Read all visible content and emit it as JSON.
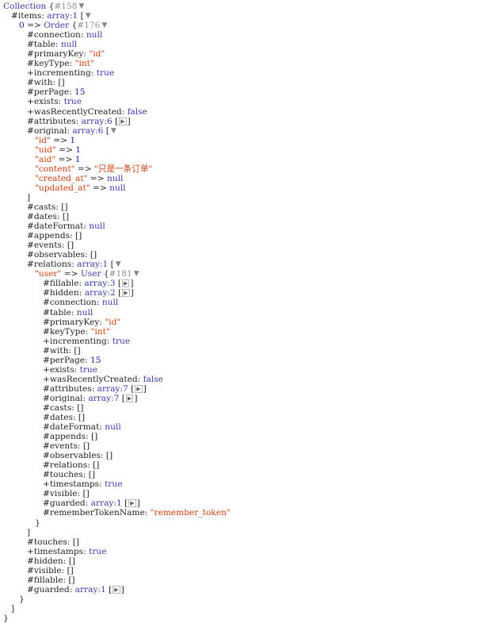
{
  "colors": {
    "class": "#4a36a8",
    "string": "#c7420d",
    "number": "#1b1b9e",
    "constant": "#3a3aa8",
    "hash": "#8e8e8e",
    "key": "#222222"
  },
  "icons": {
    "expanded": "triangle-down-icon",
    "collapsed": "triangle-right-icon"
  },
  "lines": [
    {
      "indent": 0,
      "parts": [
        {
          "t": "Collection",
          "c": "cls"
        },
        {
          "t": " {",
          "c": "p"
        },
        {
          "t": "#158",
          "c": "hash"
        },
        {
          "tog": "down"
        }
      ]
    },
    {
      "indent": 1,
      "parts": [
        {
          "t": "#items",
          "c": "k"
        },
        {
          "t": ": ",
          "c": "p"
        },
        {
          "t": "array:1",
          "c": "c"
        },
        {
          "t": " [",
          "c": "p"
        },
        {
          "tog": "down"
        }
      ]
    },
    {
      "indent": 2,
      "parts": [
        {
          "t": "0",
          "c": "n"
        },
        {
          "t": " => ",
          "c": "p"
        },
        {
          "t": "Order",
          "c": "cls"
        },
        {
          "t": " {",
          "c": "p"
        },
        {
          "t": "#176",
          "c": "hash"
        },
        {
          "tog": "down"
        }
      ]
    },
    {
      "indent": 3,
      "parts": [
        {
          "t": "#connection",
          "c": "k"
        },
        {
          "t": ": ",
          "c": "p"
        },
        {
          "t": "null",
          "c": "c"
        }
      ]
    },
    {
      "indent": 3,
      "parts": [
        {
          "t": "#table",
          "c": "k"
        },
        {
          "t": ": ",
          "c": "p"
        },
        {
          "t": "null",
          "c": "c"
        }
      ]
    },
    {
      "indent": 3,
      "parts": [
        {
          "t": "#primaryKey",
          "c": "k"
        },
        {
          "t": ": ",
          "c": "p"
        },
        {
          "t": "\"id\"",
          "c": "s"
        }
      ]
    },
    {
      "indent": 3,
      "parts": [
        {
          "t": "#keyType",
          "c": "k"
        },
        {
          "t": ": ",
          "c": "p"
        },
        {
          "t": "\"int\"",
          "c": "s"
        }
      ]
    },
    {
      "indent": 3,
      "parts": [
        {
          "t": "+incrementing",
          "c": "k"
        },
        {
          "t": ": ",
          "c": "p"
        },
        {
          "t": "true",
          "c": "c"
        }
      ]
    },
    {
      "indent": 3,
      "parts": [
        {
          "t": "#with",
          "c": "k"
        },
        {
          "t": ": ",
          "c": "p"
        },
        {
          "t": "[]",
          "c": "p"
        }
      ]
    },
    {
      "indent": 3,
      "parts": [
        {
          "t": "#perPage",
          "c": "k"
        },
        {
          "t": ": ",
          "c": "p"
        },
        {
          "t": "15",
          "c": "n"
        }
      ]
    },
    {
      "indent": 3,
      "parts": [
        {
          "t": "+exists",
          "c": "k"
        },
        {
          "t": ": ",
          "c": "p"
        },
        {
          "t": "true",
          "c": "c"
        }
      ]
    },
    {
      "indent": 3,
      "parts": [
        {
          "t": "+wasRecentlyCreated",
          "c": "k"
        },
        {
          "t": ": ",
          "c": "p"
        },
        {
          "t": "false",
          "c": "c"
        }
      ]
    },
    {
      "indent": 3,
      "parts": [
        {
          "t": "#attributes",
          "c": "k"
        },
        {
          "t": ": ",
          "c": "p"
        },
        {
          "t": "array:6",
          "c": "c"
        },
        {
          "t": " [",
          "c": "p"
        },
        {
          "tog": "right"
        },
        {
          "t": "]",
          "c": "p"
        }
      ]
    },
    {
      "indent": 3,
      "parts": [
        {
          "t": "#original",
          "c": "k"
        },
        {
          "t": ": ",
          "c": "p"
        },
        {
          "t": "array:6",
          "c": "c"
        },
        {
          "t": " [",
          "c": "p"
        },
        {
          "tog": "down"
        }
      ]
    },
    {
      "indent": 4,
      "parts": [
        {
          "t": "\"id\"",
          "c": "s"
        },
        {
          "t": " => ",
          "c": "p"
        },
        {
          "t": "1",
          "c": "n"
        }
      ]
    },
    {
      "indent": 4,
      "parts": [
        {
          "t": "\"uid\"",
          "c": "s"
        },
        {
          "t": " => ",
          "c": "p"
        },
        {
          "t": "1",
          "c": "n"
        }
      ]
    },
    {
      "indent": 4,
      "parts": [
        {
          "t": "\"aid\"",
          "c": "s"
        },
        {
          "t": " => ",
          "c": "p"
        },
        {
          "t": "1",
          "c": "n"
        }
      ]
    },
    {
      "indent": 4,
      "parts": [
        {
          "t": "\"content\"",
          "c": "s"
        },
        {
          "t": " => ",
          "c": "p"
        },
        {
          "t": "\"只是一条订单\"",
          "c": "s"
        }
      ]
    },
    {
      "indent": 4,
      "parts": [
        {
          "t": "\"created_at\"",
          "c": "s"
        },
        {
          "t": " => ",
          "c": "p"
        },
        {
          "t": "null",
          "c": "c"
        }
      ]
    },
    {
      "indent": 4,
      "parts": [
        {
          "t": "\"updated_at\"",
          "c": "s"
        },
        {
          "t": " => ",
          "c": "p"
        },
        {
          "t": "null",
          "c": "c"
        }
      ]
    },
    {
      "indent": 3,
      "parts": [
        {
          "t": "]",
          "c": "p"
        }
      ]
    },
    {
      "indent": 3,
      "parts": [
        {
          "t": "#casts",
          "c": "k"
        },
        {
          "t": ": ",
          "c": "p"
        },
        {
          "t": "[]",
          "c": "p"
        }
      ]
    },
    {
      "indent": 3,
      "parts": [
        {
          "t": "#dates",
          "c": "k"
        },
        {
          "t": ": ",
          "c": "p"
        },
        {
          "t": "[]",
          "c": "p"
        }
      ]
    },
    {
      "indent": 3,
      "parts": [
        {
          "t": "#dateFormat",
          "c": "k"
        },
        {
          "t": ": ",
          "c": "p"
        },
        {
          "t": "null",
          "c": "c"
        }
      ]
    },
    {
      "indent": 3,
      "parts": [
        {
          "t": "#appends",
          "c": "k"
        },
        {
          "t": ": ",
          "c": "p"
        },
        {
          "t": "[]",
          "c": "p"
        }
      ]
    },
    {
      "indent": 3,
      "parts": [
        {
          "t": "#events",
          "c": "k"
        },
        {
          "t": ": ",
          "c": "p"
        },
        {
          "t": "[]",
          "c": "p"
        }
      ]
    },
    {
      "indent": 3,
      "parts": [
        {
          "t": "#observables",
          "c": "k"
        },
        {
          "t": ": ",
          "c": "p"
        },
        {
          "t": "[]",
          "c": "p"
        }
      ]
    },
    {
      "indent": 3,
      "parts": [
        {
          "t": "#relations",
          "c": "k"
        },
        {
          "t": ": ",
          "c": "p"
        },
        {
          "t": "array:1",
          "c": "c"
        },
        {
          "t": " [",
          "c": "p"
        },
        {
          "tog": "down"
        }
      ]
    },
    {
      "indent": 4,
      "parts": [
        {
          "t": "\"user\"",
          "c": "s"
        },
        {
          "t": " => ",
          "c": "p"
        },
        {
          "t": "User",
          "c": "cls"
        },
        {
          "t": " {",
          "c": "p"
        },
        {
          "t": "#181",
          "c": "hash"
        },
        {
          "tog": "down"
        }
      ]
    },
    {
      "indent": 5,
      "parts": [
        {
          "t": "#fillable",
          "c": "k"
        },
        {
          "t": ": ",
          "c": "p"
        },
        {
          "t": "array:3",
          "c": "c"
        },
        {
          "t": " [",
          "c": "p"
        },
        {
          "tog": "right"
        },
        {
          "t": "]",
          "c": "p"
        }
      ]
    },
    {
      "indent": 5,
      "parts": [
        {
          "t": "#hidden",
          "c": "k"
        },
        {
          "t": ": ",
          "c": "p"
        },
        {
          "t": "array:2",
          "c": "c"
        },
        {
          "t": " [",
          "c": "p"
        },
        {
          "tog": "right"
        },
        {
          "t": "]",
          "c": "p"
        }
      ]
    },
    {
      "indent": 5,
      "parts": [
        {
          "t": "#connection",
          "c": "k"
        },
        {
          "t": ": ",
          "c": "p"
        },
        {
          "t": "null",
          "c": "c"
        }
      ]
    },
    {
      "indent": 5,
      "parts": [
        {
          "t": "#table",
          "c": "k"
        },
        {
          "t": ": ",
          "c": "p"
        },
        {
          "t": "null",
          "c": "c"
        }
      ]
    },
    {
      "indent": 5,
      "parts": [
        {
          "t": "#primaryKey",
          "c": "k"
        },
        {
          "t": ": ",
          "c": "p"
        },
        {
          "t": "\"id\"",
          "c": "s"
        }
      ]
    },
    {
      "indent": 5,
      "parts": [
        {
          "t": "#keyType",
          "c": "k"
        },
        {
          "t": ": ",
          "c": "p"
        },
        {
          "t": "\"int\"",
          "c": "s"
        }
      ]
    },
    {
      "indent": 5,
      "parts": [
        {
          "t": "+incrementing",
          "c": "k"
        },
        {
          "t": ": ",
          "c": "p"
        },
        {
          "t": "true",
          "c": "c"
        }
      ]
    },
    {
      "indent": 5,
      "parts": [
        {
          "t": "#with",
          "c": "k"
        },
        {
          "t": ": ",
          "c": "p"
        },
        {
          "t": "[]",
          "c": "p"
        }
      ]
    },
    {
      "indent": 5,
      "parts": [
        {
          "t": "#perPage",
          "c": "k"
        },
        {
          "t": ": ",
          "c": "p"
        },
        {
          "t": "15",
          "c": "n"
        }
      ]
    },
    {
      "indent": 5,
      "parts": [
        {
          "t": "+exists",
          "c": "k"
        },
        {
          "t": ": ",
          "c": "p"
        },
        {
          "t": "true",
          "c": "c"
        }
      ]
    },
    {
      "indent": 5,
      "parts": [
        {
          "t": "+wasRecentlyCreated",
          "c": "k"
        },
        {
          "t": ": ",
          "c": "p"
        },
        {
          "t": "false",
          "c": "c"
        }
      ]
    },
    {
      "indent": 5,
      "parts": [
        {
          "t": "#attributes",
          "c": "k"
        },
        {
          "t": ": ",
          "c": "p"
        },
        {
          "t": "array:7",
          "c": "c"
        },
        {
          "t": " [",
          "c": "p"
        },
        {
          "tog": "right"
        },
        {
          "t": "]",
          "c": "p"
        }
      ]
    },
    {
      "indent": 5,
      "parts": [
        {
          "t": "#original",
          "c": "k"
        },
        {
          "t": ": ",
          "c": "p"
        },
        {
          "t": "array:7",
          "c": "c"
        },
        {
          "t": " [",
          "c": "p"
        },
        {
          "tog": "right"
        },
        {
          "t": "]",
          "c": "p"
        }
      ]
    },
    {
      "indent": 5,
      "parts": [
        {
          "t": "#casts",
          "c": "k"
        },
        {
          "t": ": ",
          "c": "p"
        },
        {
          "t": "[]",
          "c": "p"
        }
      ]
    },
    {
      "indent": 5,
      "parts": [
        {
          "t": "#dates",
          "c": "k"
        },
        {
          "t": ": ",
          "c": "p"
        },
        {
          "t": "[]",
          "c": "p"
        }
      ]
    },
    {
      "indent": 5,
      "parts": [
        {
          "t": "#dateFormat",
          "c": "k"
        },
        {
          "t": ": ",
          "c": "p"
        },
        {
          "t": "null",
          "c": "c"
        }
      ]
    },
    {
      "indent": 5,
      "parts": [
        {
          "t": "#appends",
          "c": "k"
        },
        {
          "t": ": ",
          "c": "p"
        },
        {
          "t": "[]",
          "c": "p"
        }
      ]
    },
    {
      "indent": 5,
      "parts": [
        {
          "t": "#events",
          "c": "k"
        },
        {
          "t": ": ",
          "c": "p"
        },
        {
          "t": "[]",
          "c": "p"
        }
      ]
    },
    {
      "indent": 5,
      "parts": [
        {
          "t": "#observables",
          "c": "k"
        },
        {
          "t": ": ",
          "c": "p"
        },
        {
          "t": "[]",
          "c": "p"
        }
      ]
    },
    {
      "indent": 5,
      "parts": [
        {
          "t": "#relations",
          "c": "k"
        },
        {
          "t": ": ",
          "c": "p"
        },
        {
          "t": "[]",
          "c": "p"
        }
      ]
    },
    {
      "indent": 5,
      "parts": [
        {
          "t": "#touches",
          "c": "k"
        },
        {
          "t": ": ",
          "c": "p"
        },
        {
          "t": "[]",
          "c": "p"
        }
      ]
    },
    {
      "indent": 5,
      "parts": [
        {
          "t": "+timestamps",
          "c": "k"
        },
        {
          "t": ": ",
          "c": "p"
        },
        {
          "t": "true",
          "c": "c"
        }
      ]
    },
    {
      "indent": 5,
      "parts": [
        {
          "t": "#visible",
          "c": "k"
        },
        {
          "t": ": ",
          "c": "p"
        },
        {
          "t": "[]",
          "c": "p"
        }
      ]
    },
    {
      "indent": 5,
      "parts": [
        {
          "t": "#guarded",
          "c": "k"
        },
        {
          "t": ": ",
          "c": "p"
        },
        {
          "t": "array:1",
          "c": "c"
        },
        {
          "t": " [",
          "c": "p"
        },
        {
          "tog": "right"
        },
        {
          "t": "]",
          "c": "p"
        }
      ]
    },
    {
      "indent": 5,
      "parts": [
        {
          "t": "#rememberTokenName",
          "c": "k"
        },
        {
          "t": ": ",
          "c": "p"
        },
        {
          "t": "\"remember_token\"",
          "c": "s"
        }
      ]
    },
    {
      "indent": 4,
      "parts": [
        {
          "t": "}",
          "c": "p"
        }
      ]
    },
    {
      "indent": 3,
      "parts": [
        {
          "t": "]",
          "c": "p"
        }
      ]
    },
    {
      "indent": 3,
      "parts": [
        {
          "t": "#touches",
          "c": "k"
        },
        {
          "t": ": ",
          "c": "p"
        },
        {
          "t": "[]",
          "c": "p"
        }
      ]
    },
    {
      "indent": 3,
      "parts": [
        {
          "t": "+timestamps",
          "c": "k"
        },
        {
          "t": ": ",
          "c": "p"
        },
        {
          "t": "true",
          "c": "c"
        }
      ]
    },
    {
      "indent": 3,
      "parts": [
        {
          "t": "#hidden",
          "c": "k"
        },
        {
          "t": ": ",
          "c": "p"
        },
        {
          "t": "[]",
          "c": "p"
        }
      ]
    },
    {
      "indent": 3,
      "parts": [
        {
          "t": "#visible",
          "c": "k"
        },
        {
          "t": ": ",
          "c": "p"
        },
        {
          "t": "[]",
          "c": "p"
        }
      ]
    },
    {
      "indent": 3,
      "parts": [
        {
          "t": "#fillable",
          "c": "k"
        },
        {
          "t": ": ",
          "c": "p"
        },
        {
          "t": "[]",
          "c": "p"
        }
      ]
    },
    {
      "indent": 3,
      "parts": [
        {
          "t": "#guarded",
          "c": "k"
        },
        {
          "t": ": ",
          "c": "p"
        },
        {
          "t": "array:1",
          "c": "c"
        },
        {
          "t": " [",
          "c": "p"
        },
        {
          "tog": "right"
        },
        {
          "t": "]",
          "c": "p"
        }
      ]
    },
    {
      "indent": 2,
      "parts": [
        {
          "t": "}",
          "c": "p"
        }
      ]
    },
    {
      "indent": 1,
      "parts": [
        {
          "t": "]",
          "c": "p"
        }
      ]
    },
    {
      "indent": 0,
      "parts": [
        {
          "t": "}",
          "c": "p"
        }
      ]
    }
  ]
}
